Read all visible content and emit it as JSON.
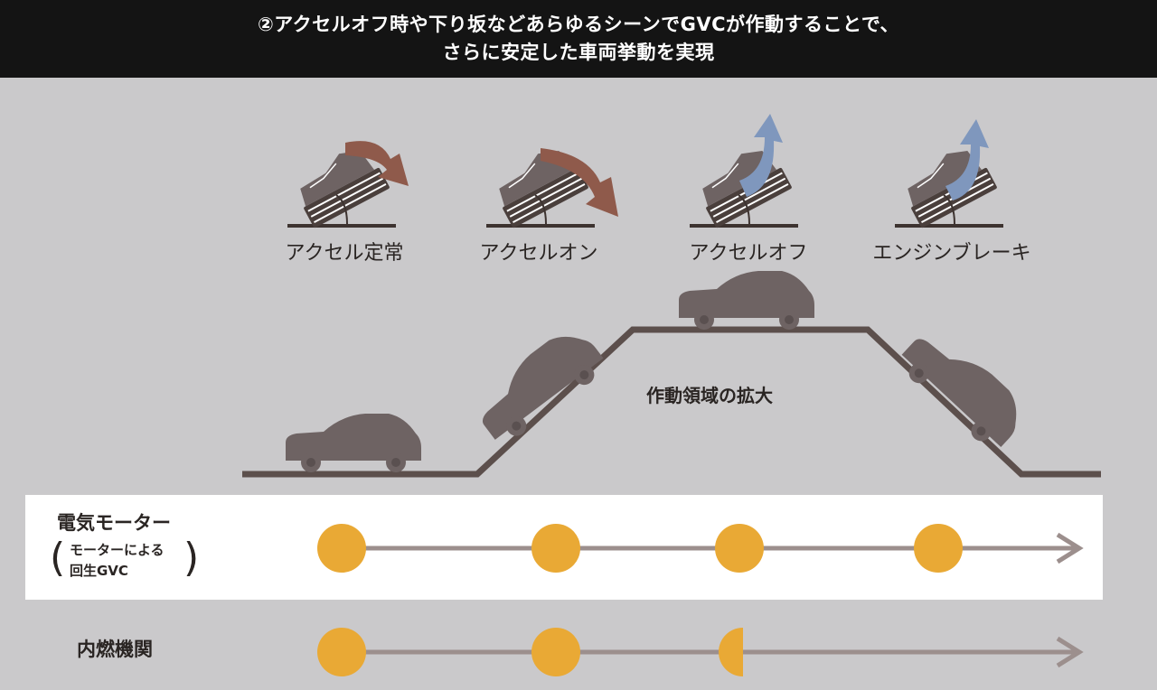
{
  "header": {
    "line1": "②アクセルオフ時や下り坂などあらゆるシーンでGVCが作動することで、",
    "line2": "さらに安定した車両挙動を実現"
  },
  "pedals": [
    {
      "label": "アクセル定常",
      "arrow": "brown-right"
    },
    {
      "label": "アクセルオン",
      "arrow": "brown-down"
    },
    {
      "label": "アクセルオフ",
      "arrow": "blue-up"
    },
    {
      "label": "エンジンブレーキ",
      "arrow": "blue-up"
    }
  ],
  "scene": {
    "area_label": "作動領域の拡大"
  },
  "rows": {
    "motor": {
      "title": "電気モーター",
      "sub_line1": "モーターによる",
      "sub_line2": "回生GVC",
      "markers": [
        "full",
        "full",
        "full",
        "full"
      ]
    },
    "engine": {
      "title": "内燃機関",
      "markers": [
        "full",
        "full",
        "half"
      ]
    }
  },
  "colors": {
    "header_bg": "#141414",
    "background": "#cac9cb",
    "car": "#6e6363",
    "road": "#5c4f4c",
    "marker": "#e9a935",
    "row_arrow": "#9c8f8d",
    "arrow_brown": "#8f5a4b",
    "arrow_blue": "#7f97bd"
  }
}
